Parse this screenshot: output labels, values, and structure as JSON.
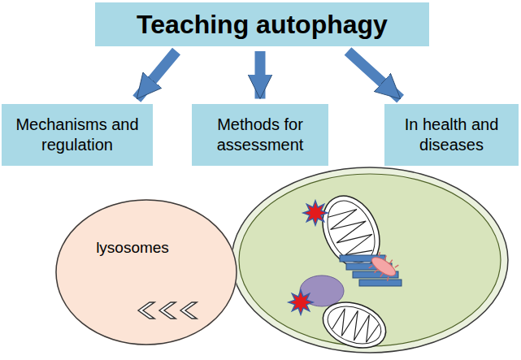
{
  "diagram": {
    "nodes": [
      {
        "text": [
          "Teaching autophagy"
        ]
      },
      {
        "text": [
          "Mechanisms and regulation"
        ]
      },
      {
        "text": [
          "Methods for assessment"
        ]
      },
      {
        "text": [
          "In health and diseases"
        ]
      },
      {
        "text": [
          "lysosomes"
        ]
      }
    ],
    "edges": [
      {
        "from": 0,
        "to": 1,
        "arrow": "to"
      },
      {
        "from": 0,
        "to": 2,
        "arrow": "to"
      },
      {
        "from": 0,
        "to": 3,
        "arrow": "to"
      }
    ]
  }
}
